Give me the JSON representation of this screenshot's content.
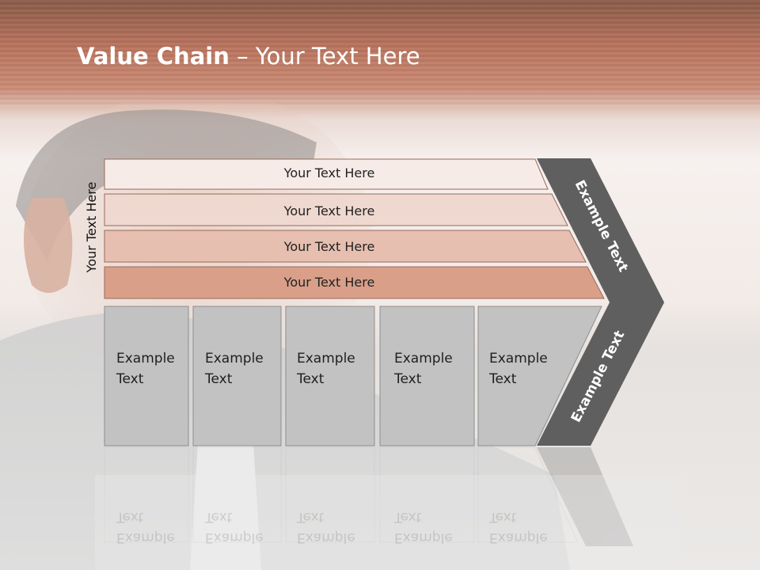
{
  "slide": {
    "title_bold": "Value Chain",
    "title_rest": " – Your Text Here"
  },
  "side_label": "Your Text Here",
  "rows": [
    {
      "label": "Your Text Here",
      "color": "#f6ebe7"
    },
    {
      "label": "Your Text Here",
      "color": "#efd8cf"
    },
    {
      "label": "Your Text Here",
      "color": "#e6bfb0"
    },
    {
      "label": "Your Text Here",
      "color": "#d99f89"
    }
  ],
  "cells": [
    {
      "line1": "Example",
      "line2": "Text"
    },
    {
      "line1": "Example",
      "line2": "Text"
    },
    {
      "line1": "Example",
      "line2": "Text"
    },
    {
      "line1": "Example",
      "line2": "Text"
    },
    {
      "line1": "Example",
      "line2": "Text"
    }
  ],
  "chevron": {
    "upper_label": "Example Text",
    "lower_label": "Example Text",
    "color": "#5f5f5f"
  },
  "colors": {
    "cell_fill": "#c2c2c2",
    "cell_stroke": "#8e8e8e",
    "row_stroke": "#9a6a58",
    "header_bar": "#b9735d"
  }
}
